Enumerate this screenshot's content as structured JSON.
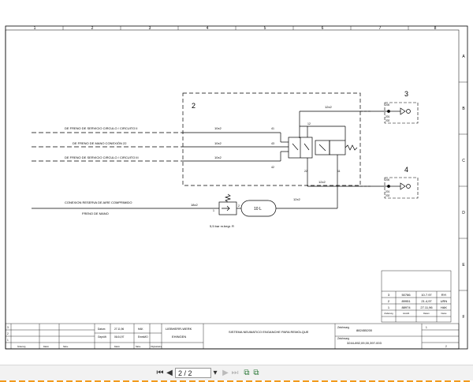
{
  "grid": {
    "columns": [
      "1",
      "2",
      "3",
      "4",
      "5",
      "6",
      "7",
      "8"
    ],
    "rows": [
      "A",
      "B",
      "C",
      "D",
      "E",
      "F"
    ]
  },
  "diagram": {
    "section_2_label": "2",
    "section_3_label": "3",
    "section_4_label": "4",
    "lines": {
      "top_right": "12x2",
      "service_1": "DE FRENO DE SERVICIO CIRCULO / CIRCUITO II",
      "service_1_pipe": "10x2",
      "handbrake": "DE FRENO DE MANO CONEXIÓN 22",
      "handbrake_pipe": "10x2",
      "service_2": "DE FRENO DE SERVICIO CIRCULO / CIRCUITO III",
      "service_2_pipe": "10x2",
      "reserve_1": "CONEXION RESERVA DE AIRE COMPRIMIDO",
      "reserve_2": "FRENO DE MANO",
      "reserve_pipe": "18x2",
      "tank_pipe": "12x2",
      "lower_right": "12x2"
    },
    "ports": {
      "p41": "41",
      "p43": "43",
      "p42": "42",
      "p12": "12",
      "p22": "22",
      "p11": "11",
      "p1": "1",
      "p2": "2"
    },
    "connector_top": [
      "200",
      "201",
      "202"
    ],
    "connector_bottom": [
      "200",
      "201",
      "202"
    ],
    "tank_label": "10 L",
    "relief_label": "5,5 bar m.begr. R"
  },
  "revision_table": {
    "rows": [
      {
        "rev": "3",
        "num": "50786",
        "date": "10.7.97",
        "name": "RYI"
      },
      {
        "rev": "2",
        "num": "89951",
        "date": "21.4,97",
        "name": "URN"
      },
      {
        "rev": "1",
        "num": "88974",
        "date": "27.11,96",
        "name": "HAK"
      }
    ],
    "footer": [
      "Änderung",
      "Anzahl",
      "Datum",
      "Name"
    ]
  },
  "title_block": {
    "rev_indices": [
      "3",
      "2",
      "1"
    ],
    "rev_footer": [
      "Änderung",
      "Datum",
      "Name"
    ],
    "label_day": "Datum",
    "label_check": "Geprüft",
    "day": "27.11,96",
    "day_name": "HAK",
    "check_val": "06.04,97",
    "check_name": "EmmMO",
    "sub_a": "Datum",
    "sub_b": "Name",
    "sub_c": "Originalname",
    "company_1": "LIEBHERR-WERK",
    "company_2": "EHINGEN",
    "title": "SISTEMA NEUMATICO ENGANCHE PARA REMOLQUE",
    "label_drawing": "Zeichnung",
    "drawing_no": "882455200",
    "label_sheet": "Zeichnung",
    "sheet_code": "3244-892,09,00,397-003",
    "sheet_a": "1",
    "sheet_b": "2"
  },
  "toolbar": {
    "first_label": "⏮",
    "prev_label": "◀",
    "page_value": "2 / 2",
    "dropdown_label": "▾",
    "next_label": "▶",
    "last_label": "⏭",
    "icon_a": "⧉",
    "icon_b": "⧉"
  }
}
